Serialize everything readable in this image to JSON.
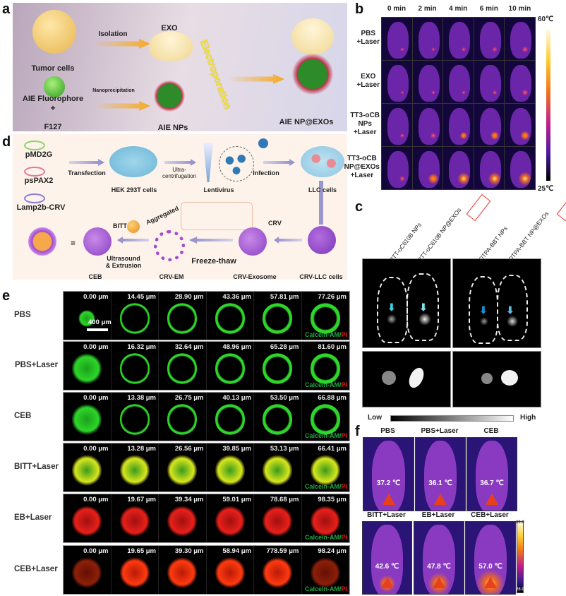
{
  "panel_labels": {
    "a": "a",
    "b": "b",
    "c": "c",
    "d": "d",
    "e": "e",
    "f": "f"
  },
  "panel_a": {
    "tumor_cells": "Tumor cells",
    "aie_fluorophore": "AIE Fluorophore",
    "plus": "+",
    "f127": "F127",
    "isolation": "Isolation",
    "nanoprecipitation": "Nanoprecipitation",
    "exo": "EXO",
    "aie_nps": "AIE NPs",
    "electroporation": "Electroporation",
    "aie_np_exos": "AIE NP@EXOs"
  },
  "panel_b": {
    "columns": [
      "0 min",
      "2 min",
      "4 min",
      "6 min",
      "10 min"
    ],
    "rows": [
      "PBS\n+Laser",
      "EXO\n+Laser",
      "TT3-oCB\nNPs\n+Laser",
      "TT3-oCB\nNP@EXOs\n+Laser"
    ],
    "heat": [
      [
        0.05,
        0.08,
        0.1,
        0.15,
        0.3
      ],
      [
        0.02,
        0.03,
        0.05,
        0.12,
        0.25
      ],
      [
        0.1,
        0.3,
        0.35,
        0.45,
        0.5
      ],
      [
        0.2,
        0.6,
        0.75,
        0.85,
        0.9
      ]
    ],
    "scale_max": "60℃",
    "scale_min": "25℃"
  },
  "panel_c": {
    "columns": [
      "2TT-oC610B NPs",
      "2TT-oC610B NP@EXOs",
      "OTPA-BBT NPs",
      "OTPA-BBT NP@EXOs"
    ],
    "low": "Low",
    "high": "High"
  },
  "panel_d": {
    "plasmids": [
      "pMD2G",
      "psPAX2",
      "Lamp2b-CRV"
    ],
    "transfection": "Transfection",
    "hek": "HEK 293T cells",
    "ultra": "Ultra-\ncentrifugation",
    "lentivirus": "Lentivirus",
    "infection": "Infection",
    "llc": "LLC cells",
    "crv_llc": "CRV-LLC cells",
    "crv_exosome": "CRV-Exosome",
    "crv": "CRV",
    "freeze_thaw": "Freeze-thaw",
    "crv_em": "CRV-EM",
    "ultrasound": "Ultrasound\n& Extrusion",
    "bitt": "BITT",
    "aggregated": "Aggregated",
    "ceb": "CEB",
    "equiv": "≡"
  },
  "panel_e": {
    "scale_bar": "400 μm",
    "stain_green": "Calcein-AM",
    "stain_sep": "/",
    "stain_red": "PI",
    "rows": [
      {
        "label": "PBS",
        "depths": [
          "0.00 μm",
          "14.45 μm",
          "28.90 μm",
          "43.36 μm",
          "57.81 μm",
          "77.26 μm"
        ],
        "color": "green"
      },
      {
        "label": "PBS+Laser",
        "depths": [
          "0.00 μm",
          "16.32 μm",
          "32.64 μm",
          "48.96 μm",
          "65.28 μm",
          "81.60 μm"
        ],
        "color": "green"
      },
      {
        "label": "CEB",
        "depths": [
          "0.00 μm",
          "13.38 μm",
          "26.75 μm",
          "40.13 μm",
          "53.50 μm",
          "66.88 μm"
        ],
        "color": "green"
      },
      {
        "label": "BITT+Laser",
        "depths": [
          "0.00 μm",
          "13.28 μm",
          "26.56 μm",
          "39.85 μm",
          "53.13 μm",
          "66.41 μm"
        ],
        "color": "yellow"
      },
      {
        "label": "EB+Laser",
        "depths": [
          "0.00 μm",
          "19.67 μm",
          "39.34 μm",
          "59.01 μm",
          "78.68 μm",
          "98.35 μm"
        ],
        "color": "red"
      },
      {
        "label": "CEB+Laser",
        "depths": [
          "0.00 μm",
          "19.65 μm",
          "39.30 μm",
          "58.94 μm",
          "778.59 μm",
          "98.24 μm"
        ],
        "color": "redorange"
      }
    ]
  },
  "panel_f": {
    "groups": [
      {
        "label": "PBS",
        "temp": "37.2 ℃",
        "heat": 0.1
      },
      {
        "label": "PBS+Laser",
        "temp": "36.1 ℃",
        "heat": 0.05
      },
      {
        "label": "CEB",
        "temp": "36.7 ℃",
        "heat": 0.08
      },
      {
        "label": "BITT+Laser",
        "temp": "42.6 ℃",
        "heat": 0.45
      },
      {
        "label": "EB+Laser",
        "temp": "47.8 ℃",
        "heat": 0.65
      },
      {
        "label": "CEB+Laser",
        "temp": "57.0 ℃",
        "heat": 0.95
      }
    ],
    "scale_max": "60.0",
    "scale_min": "26.0"
  }
}
